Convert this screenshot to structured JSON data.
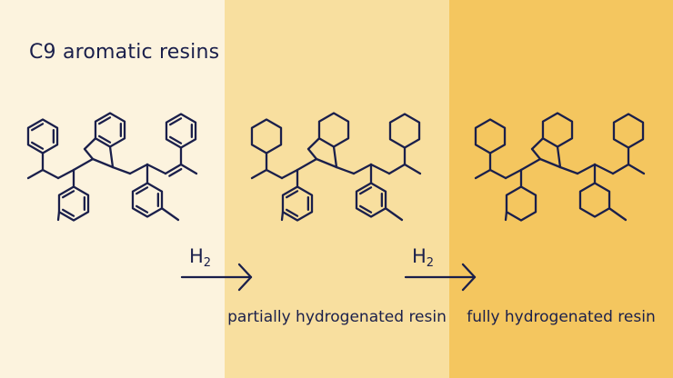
{
  "title": "C9 aromatic resins",
  "stages": [
    {
      "label": "",
      "background": "#fcf3de",
      "ring_type": "aromatic"
    },
    {
      "label": "partially hydrogenated resin",
      "background": "#f8df9f",
      "ring_type": "partial"
    },
    {
      "label": "fully hydrogenated resin",
      "background": "#f4c65f",
      "ring_type": "saturated"
    }
  ],
  "reaction_arrows": [
    {
      "reagent": "H",
      "subscript": "2"
    },
    {
      "reagent": "H",
      "subscript": "2"
    }
  ],
  "colors": {
    "ink": "#1a1f4b"
  }
}
